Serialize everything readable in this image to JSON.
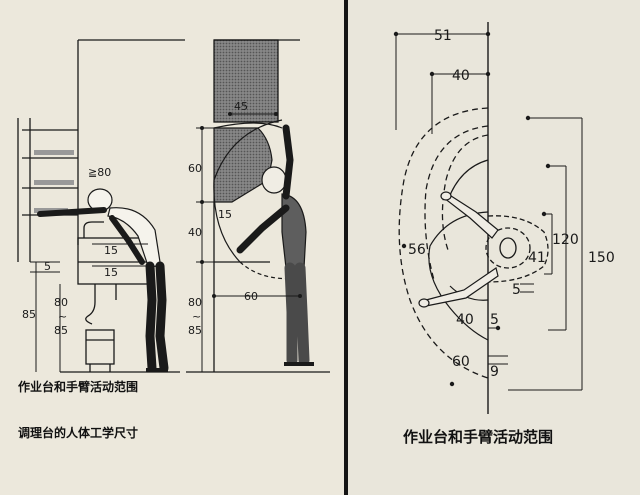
{
  "left_diagram": {
    "captions": [
      "作业台和手臂活动范围",
      "调理台的人体工学尺寸"
    ],
    "dimensions": {
      "shelf_gap": "≧80",
      "reach_45": "45",
      "height_60": "60",
      "height_40": "40",
      "depth_15_small": "15",
      "sink_15_a": "15",
      "sink_15_b": "15",
      "height_5": "5",
      "height_85": "85",
      "counter_80_85_top": "80",
      "counter_80_85_tilde": "~",
      "counter_80_85_bottom": "85",
      "counter_range2_top": "80",
      "counter_range2_tilde": "~",
      "counter_range2_bottom": "85",
      "reach_60": "60"
    }
  },
  "right_diagram": {
    "caption": "作业台和手臂活动范围",
    "dimensions": {
      "d51": "51",
      "d40_top": "40",
      "d56": "56",
      "d41": "41",
      "d120": "120",
      "d150": "150",
      "d5_side": "5",
      "d40_bottom": "40",
      "d5_bottom": "5",
      "d60": "60",
      "d9": "9"
    }
  },
  "colors": {
    "paper_left": "#ece8dc",
    "paper_right": "#e9e6db",
    "ink": "#1a1a1a",
    "hatch": "#6f6f6f",
    "divider": "#151515"
  }
}
